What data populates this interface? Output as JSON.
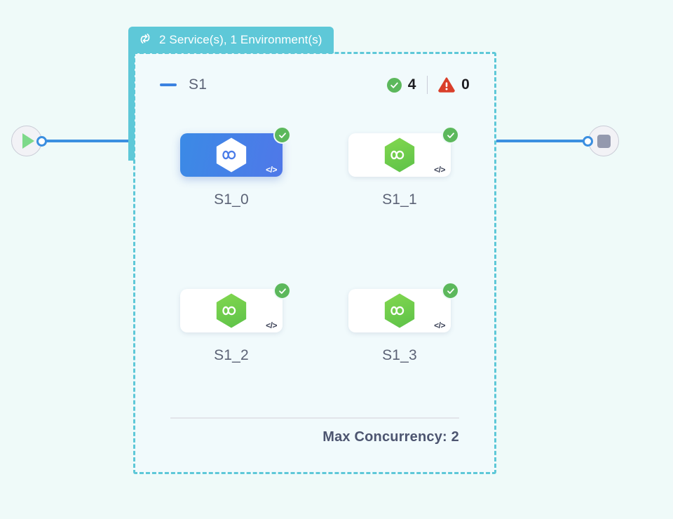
{
  "canvas": {
    "background_color": "#effaf9",
    "accent_teal": "#5ec8d8",
    "accent_blue": "#3b8fe0",
    "status_green": "#5cb85c",
    "status_red": "#d93f2b"
  },
  "start_node": {
    "name": "start",
    "icon": "play-icon"
  },
  "end_node": {
    "name": "end",
    "icon": "stop-icon"
  },
  "group": {
    "header": {
      "icon": "loop-icon",
      "title": "2 Service(s), 1 Environment(s)"
    },
    "stage": {
      "collapse_icon": "minus-icon",
      "label": "S1",
      "success_icon": "check-circle-icon",
      "success_count": "4",
      "warning_icon": "warning-triangle-icon",
      "warning_count": "0"
    },
    "nodes": [
      {
        "label": "S1_0",
        "selected": true,
        "logo": "hexagon-service-icon",
        "status": "success",
        "status_icon": "check-circle-icon",
        "code_glyph": "</>"
      },
      {
        "label": "S1_1",
        "selected": false,
        "logo": "hexagon-service-icon",
        "status": "success",
        "status_icon": "check-circle-icon",
        "code_glyph": "</>"
      },
      {
        "label": "S1_2",
        "selected": false,
        "logo": "hexagon-service-icon",
        "status": "success",
        "status_icon": "check-circle-icon",
        "code_glyph": "</>"
      },
      {
        "label": "S1_3",
        "selected": false,
        "logo": "hexagon-service-icon",
        "status": "success",
        "status_icon": "check-circle-icon",
        "code_glyph": "</>"
      }
    ],
    "footer": {
      "text": "Max Concurrency: 2"
    }
  }
}
